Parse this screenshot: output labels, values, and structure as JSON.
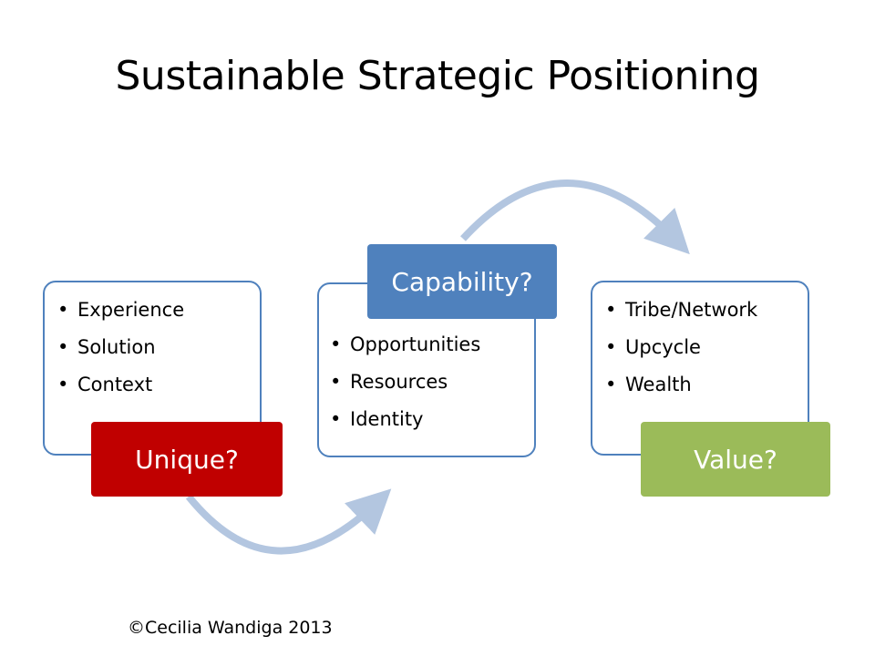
{
  "title": "Sustainable Strategic Positioning",
  "colors": {
    "unique": "#c00000",
    "capability": "#4f81bd",
    "value": "#9bbb59",
    "border": "#4f81bd",
    "arrow": "#b3c6e0"
  },
  "blocks": [
    {
      "label": "Unique?",
      "items": [
        "Experience",
        "Solution",
        "Context"
      ]
    },
    {
      "label": "Capability?",
      "items": [
        "Opportunities",
        "Resources",
        "Identity"
      ]
    },
    {
      "label": "Value?",
      "items": [
        "Tribe/Network",
        "Upcycle",
        "Wealth"
      ]
    }
  ],
  "footer": "©Cecilia Wandiga 2013"
}
